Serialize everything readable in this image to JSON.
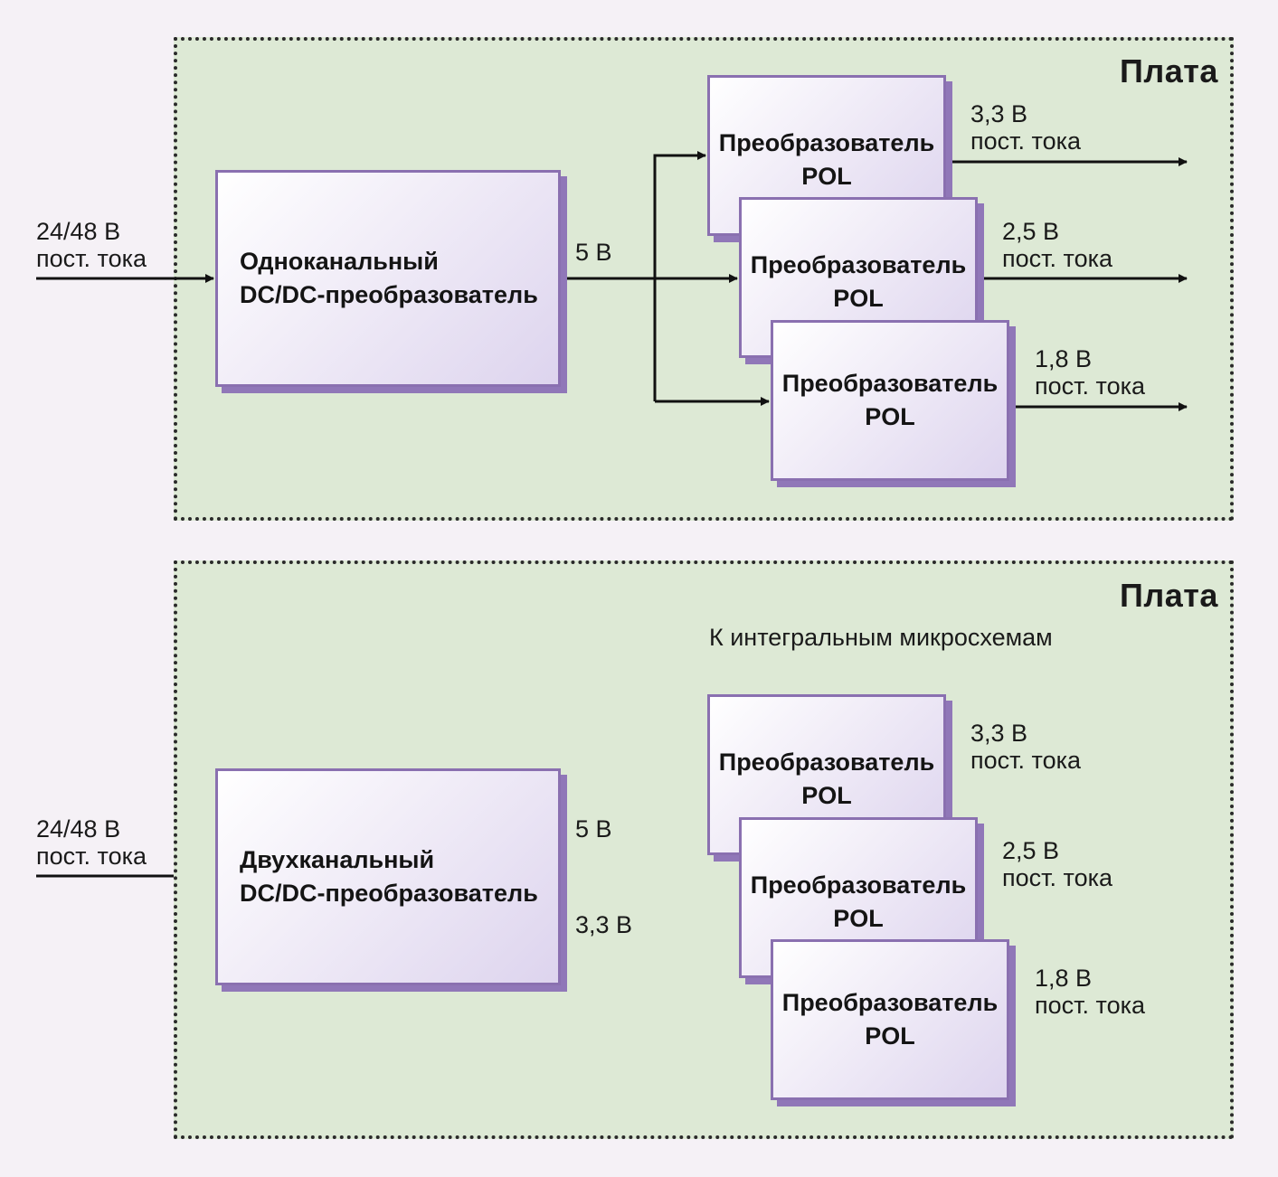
{
  "boards": [
    {
      "title": "Плата",
      "input_label": [
        "24/48 В",
        "пост. тока"
      ],
      "main_block": [
        "Одноканальный",
        "DC/DC-преобразователь"
      ],
      "bus_labels": [
        "5 В"
      ],
      "pol_blocks": [
        {
          "line1": "Преобразователь",
          "line2": "POL",
          "output": [
            "3,3 В",
            "пост. тока"
          ]
        },
        {
          "line1": "Преобразователь",
          "line2": "POL",
          "output": [
            "2,5 В",
            "пост. тока"
          ]
        },
        {
          "line1": "Преобразователь",
          "line2": "POL",
          "output": [
            "1,8 В",
            "пост. тока"
          ]
        }
      ]
    },
    {
      "title": "Плата",
      "input_label": [
        "24/48 В",
        "пост. тока"
      ],
      "main_block": [
        "Двухканальный",
        "DC/DC-преобразователь"
      ],
      "bus_labels": [
        "5 В",
        "3,3 В"
      ],
      "ic_label": "К интегральным микросхемам",
      "pol_blocks": [
        {
          "line1": "Преобразователь",
          "line2": "POL",
          "output": [
            "3,3 В",
            "пост. тока"
          ]
        },
        {
          "line1": "Преобразователь",
          "line2": "POL",
          "output": [
            "2,5 В",
            "пост. тока"
          ]
        },
        {
          "line1": "Преобразователь",
          "line2": "POL",
          "output": [
            "1,8 В",
            "пост. тока"
          ]
        }
      ]
    }
  ],
  "colors": {
    "board_fill": "#dde9d5",
    "block_border": "#8a70b0",
    "block_shadow": "#9077b8",
    "background": "#f5f1f6"
  }
}
